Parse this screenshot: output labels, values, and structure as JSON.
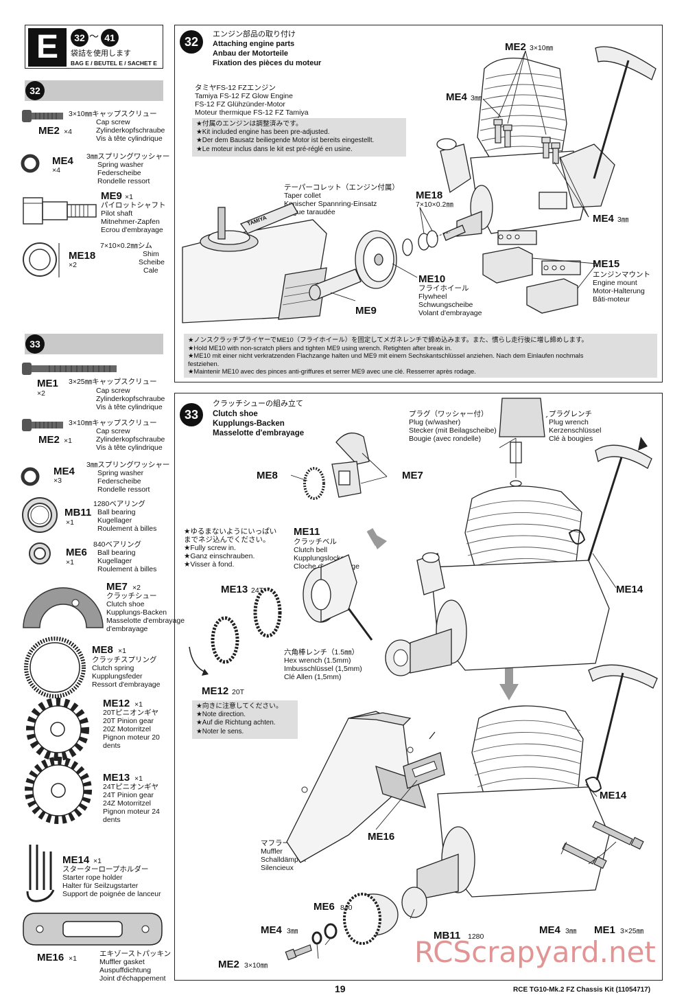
{
  "header": {
    "letter": "E",
    "range_start": "32",
    "range_tilde": "～",
    "range_end": "41",
    "bag_jp": "袋詰を使用します",
    "bag_multi": "BAG E / BEUTEL E / SACHET E"
  },
  "left": {
    "step32": {
      "num": "32",
      "parts": [
        {
          "code": "ME2",
          "qty": "×4",
          "l1": "3×10㎜キャップスクリュー",
          "l2": "Cap screw",
          "l3": "Zylinderkopfschraube",
          "l4": "Vis à tête cylindrique"
        },
        {
          "code": "ME4",
          "qty": "×4",
          "l1": "3㎜スプリングワッシャー",
          "l2": "Spring washer",
          "l3": "Federscheibe",
          "l4": "Rondelle ressort"
        },
        {
          "code": "ME9",
          "qty": "×1",
          "l1": "パイロットシャフト",
          "l2": "Pilot shaft",
          "l3": "Mitnehmer-Zapfen",
          "l4": "Ecrou d'embrayage"
        },
        {
          "code": "ME18",
          "qty": "×2",
          "l1": "7×10×0.2㎜シム",
          "l2": "Shim",
          "l3": "Scheibe",
          "l4": "Cale"
        }
      ]
    },
    "step33": {
      "num": "33",
      "parts": [
        {
          "code": "ME1",
          "qty": "×2",
          "l1": "3×25㎜キャップスクリュー",
          "l2": "Cap screw",
          "l3": "Zylinderkopfschraube",
          "l4": "Vis à tête cylindrique"
        },
        {
          "code": "ME2",
          "qty": "×1",
          "l1": "3×10㎜キャップスクリュー",
          "l2": "Cap screw",
          "l3": "Zylinderkopfschraube",
          "l4": "Vis à tête cylindrique"
        },
        {
          "code": "ME4",
          "qty": "×3",
          "l1": "3㎜スプリングワッシャー",
          "l2": "Spring washer",
          "l3": "Federscheibe",
          "l4": "Rondelle ressort"
        },
        {
          "code": "MB11",
          "qty": "×1",
          "l1": "1280ベアリング",
          "l2": "Ball bearing",
          "l3": "Kugellager",
          "l4": "Roulement à billes"
        },
        {
          "code": "ME6",
          "qty": "×1",
          "l1": "840ベアリング",
          "l2": "Ball bearing",
          "l3": "Kugellager",
          "l4": "Roulement à billes"
        },
        {
          "code": "ME7",
          "qty": "×2",
          "l1": "クラッチシュー",
          "l2": "Clutch shoe",
          "l3": "Kupplungs-Backen",
          "l4": "Masselotte d'embrayage"
        },
        {
          "code": "ME8",
          "qty": "×1",
          "l1": "クラッチスプリング",
          "l2": "Clutch spring",
          "l3": "Kupplungsfeder",
          "l4": "Ressort d'embrayage"
        },
        {
          "code": "ME12",
          "qty": "×1",
          "l1": "20Tピニオンギヤ",
          "l2": "20T Pinion gear",
          "l3": "20Z Motorritzel",
          "l4": "Pignon moteur 20",
          "l5": "dents"
        },
        {
          "code": "ME13",
          "qty": "×1",
          "l1": "24Tピニオンギヤ",
          "l2": "24T Pinion gear",
          "l3": "24Z Motorritzel",
          "l4": "Pignon moteur 24",
          "l5": "dents"
        },
        {
          "code": "ME14",
          "qty": "×1",
          "l1": "スターターロープホルダー",
          "l2": "Starter rope holder",
          "l3": "Halter für Seilzugstarter",
          "l4": "Support de poignée de lanceur"
        },
        {
          "code": "ME16",
          "qty": "×1",
          "l1": "エキゾーストパッキン",
          "l2": "Muffler gasket",
          "l3": "Auspuffdichtung",
          "l4": "Joint d'échappement"
        }
      ]
    }
  },
  "panel32": {
    "num": "32",
    "title_jp": "エンジン部品の取り付け",
    "title_en": "Attaching engine parts",
    "title_de": "Anbau der Motorteile",
    "title_fr": "Fixation des pièces du moteur",
    "engine_jp": "タミヤFS-12 FZエンジン",
    "engine_en": "Tamiya FS-12 FZ Glow Engine",
    "engine_de": "FS-12 FZ Glühzünder-Motor",
    "engine_fr": "Moteur thermique FS-12 FZ Tamiya",
    "note1": [
      "★付属のエンジンは調整済みです。",
      "★Kit included engine has been pre-adjusted.",
      "★Der dem Bausatz beiliegende Motor ist bereits eingestellt.",
      "★Le moteur inclus dans le kit est pré-réglé en usine."
    ],
    "collet": [
      "テーパーコレット（エンジン付属）",
      "Taper collet",
      "Konischer Spannring-Einsatz",
      "Bague taraudée"
    ],
    "wrench_label": "TAMIYA",
    "labels": {
      "me2": "ME2",
      "me2_size": "3×10㎜",
      "me4a": "ME4",
      "me4a_size": "3㎜",
      "me18": "ME18",
      "me18_size": "7×10×0.2㎜",
      "me4b": "ME4",
      "me4b_size": "3㎜",
      "me15": "ME15",
      "me15_jp": "エンジンマウント",
      "me15_en": "Engine mount",
      "me15_de": "Motor-Halterung",
      "me15_fr": "Bâti-moteur",
      "me10": "ME10",
      "me10_jp": "フライホイール",
      "me10_en": "Flywheel",
      "me10_de": "Schwungscheibe",
      "me10_fr": "Volant d'embrayage",
      "me9": "ME9"
    },
    "note2": [
      "★ノンスクラッチプライヤーでME10（フライホイール）を固定してメガネレンチで締め込みます。また、慣らし走行後に増し締めします。",
      "★Hold ME10 with non-scratch pliers and tighten ME9 using wrench. Retighten after break in.",
      "★ME10 mit einer nicht verkratzenden Flachzange halten und ME9 mit einem Sechskantschlüssel anziehen. Nach dem Einlaufen nochmals",
      "festziehen.",
      "★Maintenir ME10 avec des pinces anti-griffures et serrer ME9 avec une clé. Resserrer après rodage."
    ]
  },
  "panel33": {
    "num": "33",
    "title_jp": "クラッチシューの組み立て",
    "title_en": "Clutch shoe",
    "title_de": "Kupplungs-Backen",
    "title_fr": "Masselotte d'embrayage",
    "plug": [
      "プラグ（ワッシャー付）",
      "Plug (w/washer)",
      "Stecker (mit Beilagscheibe)",
      "Bougie (avec rondelle)"
    ],
    "plug_wrench": [
      "プラグレンチ",
      "Plug wrench",
      "Kerzenschlüssel",
      "Clé à bougies"
    ],
    "screw_note": [
      "★ゆるまないようにいっぱい",
      "までネジ込んでください。",
      "★Fully screw in.",
      "★Ganz einschrauben.",
      "★Visser à fond."
    ],
    "me11": [
      "ME11",
      "クラッチベル",
      "Clutch bell",
      "Kupplungslocke",
      "Cloche d'embrayage"
    ],
    "hex": [
      "六角棒レンチ（1.5㎜）",
      "Hex wrench (1.5mm)",
      "Imbusschlüssel (1,5mm)",
      "Clé Allen (1,5mm)"
    ],
    "dir_note": [
      "★向きに注意してください。",
      "★Note direction.",
      "★Auf die Richtung achten.",
      "★Noter le sens."
    ],
    "muffler": [
      "マフラー",
      "Muffler",
      "Schalldämpfer",
      "Silencieux"
    ],
    "labels": {
      "me8": "ME8",
      "me7": "ME7",
      "me13": "ME13",
      "me13_t": "24T",
      "me12": "ME12",
      "me12_t": "20T",
      "me14a": "ME14",
      "me14b": "ME14",
      "me16": "ME16",
      "me6": "ME6",
      "me6_n": "840",
      "me4a": "ME4",
      "me4a_size": "3㎜",
      "mb11": "MB11",
      "mb11_n": "1280",
      "me2": "ME2",
      "me2_size": "3×10㎜",
      "me4b": "ME4",
      "me4b_size": "3㎜",
      "me1": "ME1",
      "me1_size": "3×25㎜"
    }
  },
  "footer": {
    "page": "19",
    "manual": "RCE TG10-Mk.2 FZ Chassis Kit (11054717)",
    "watermark": "RCScrapyard.net"
  }
}
